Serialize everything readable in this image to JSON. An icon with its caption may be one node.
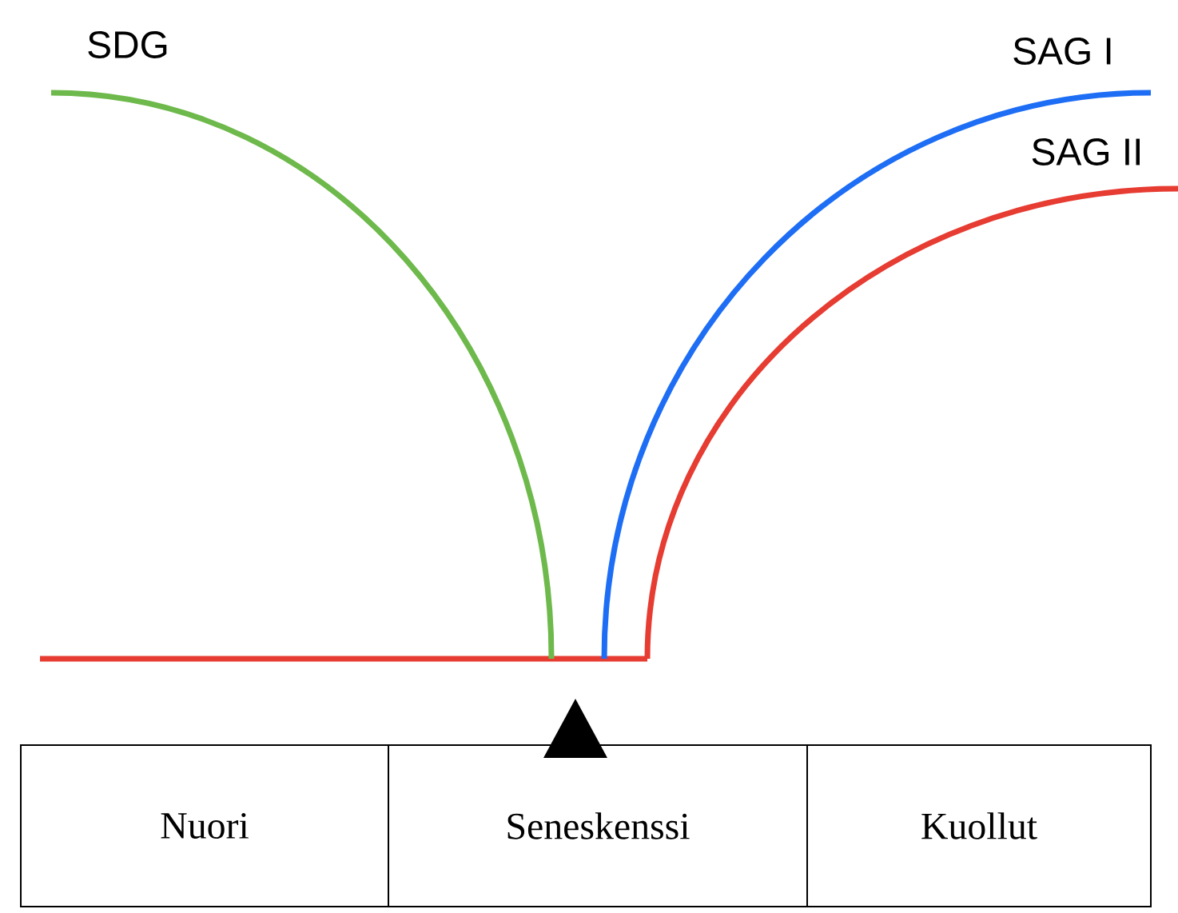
{
  "diagram": {
    "nodes": [
      {
        "text": [
          "Nuori"
        ]
      },
      {
        "text": [
          "Seneskenssi"
        ]
      },
      {
        "text": [
          "Kuollut"
        ]
      }
    ],
    "labels": [
      "SDG",
      "SAG I",
      "SAG II"
    ]
  }
}
